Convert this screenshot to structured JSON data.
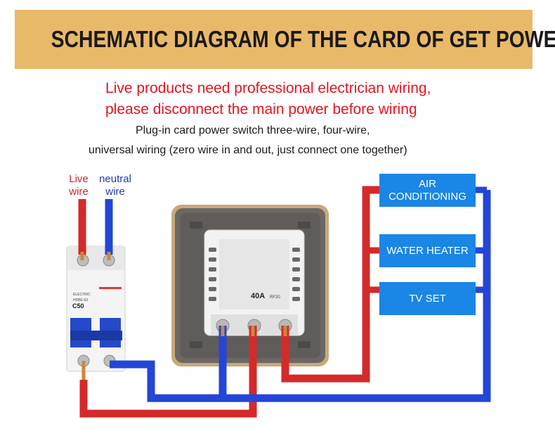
{
  "header": {
    "title": "SCHEMATIC DIAGRAM OF THE CARD OF GET POWER"
  },
  "warning": {
    "line1": "Live products need professional electrician wiring,",
    "line2": "please disconnect the main power before wiring"
  },
  "notes": {
    "line1": "Plug-in card power switch three-wire, four-wire,",
    "line2": "universal wiring (zero wire in and out, just connect one together)"
  },
  "wire_labels": {
    "live_line1": "Live",
    "live_line2": "wire",
    "neutral_line1": "neutral",
    "neutral_line2": "wire"
  },
  "breaker": {
    "brand": "ELECTRIC",
    "model": "HDBE-63",
    "rating": "C50"
  },
  "switch_module": {
    "rating": "40A",
    "sub": "RF20"
  },
  "appliances": {
    "air_line1": "AIR",
    "air_line2": "CONDITIONING",
    "water": "WATER HEATER",
    "tv": "TV SET"
  },
  "colors": {
    "banner": "#e9b96a",
    "warning": "#e5141f",
    "live": "#d42a2a",
    "neutral": "#2446d6",
    "appliance": "#1a86e6",
    "panel": "#6b6866"
  }
}
